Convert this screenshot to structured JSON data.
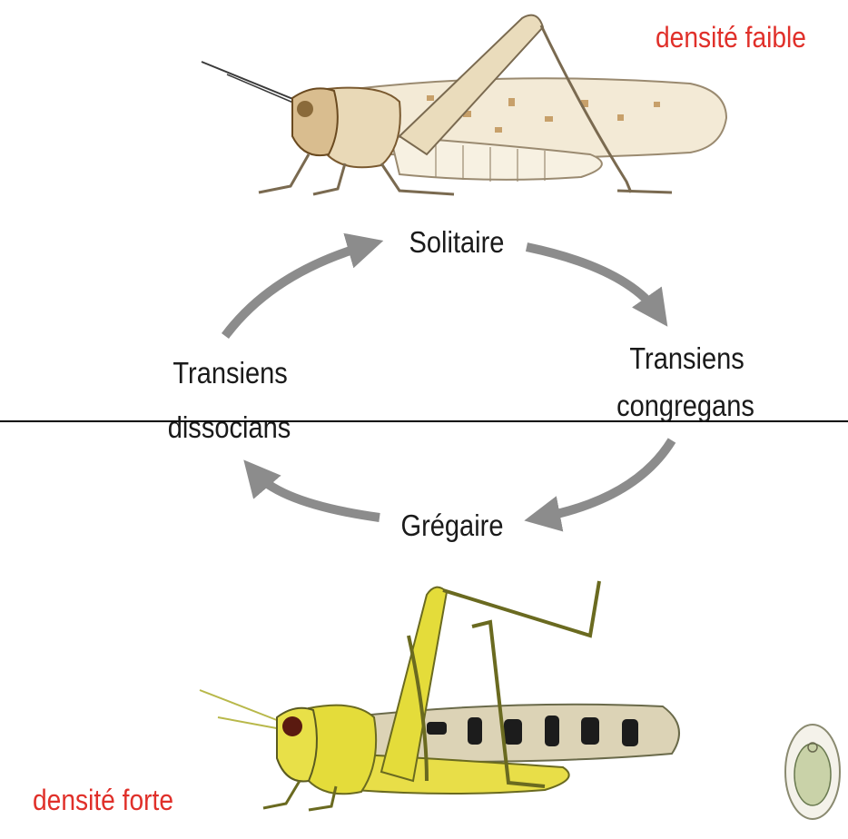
{
  "labels": {
    "density_low": "densité faible",
    "density_high": "densité forte",
    "solitaire": "Solitaire",
    "transiens_congregans_1": "Transiens",
    "transiens_congregans_2": "congregans",
    "gregaire": "Grégaire",
    "transiens_dissocians_1": "Transiens",
    "transiens_dissocians_2": "dissocians"
  },
  "colors": {
    "arrow": "#8c8c8c",
    "density_text": "#e0302a",
    "solitary_body": "#efe2c8",
    "gregarious_body": "#e4dc3a",
    "gregarious_spots": "#1c1c1c"
  },
  "icons": {
    "top_image": "solitary-locust",
    "bottom_image": "gregarious-locust",
    "corner_image": "institution-logo"
  }
}
